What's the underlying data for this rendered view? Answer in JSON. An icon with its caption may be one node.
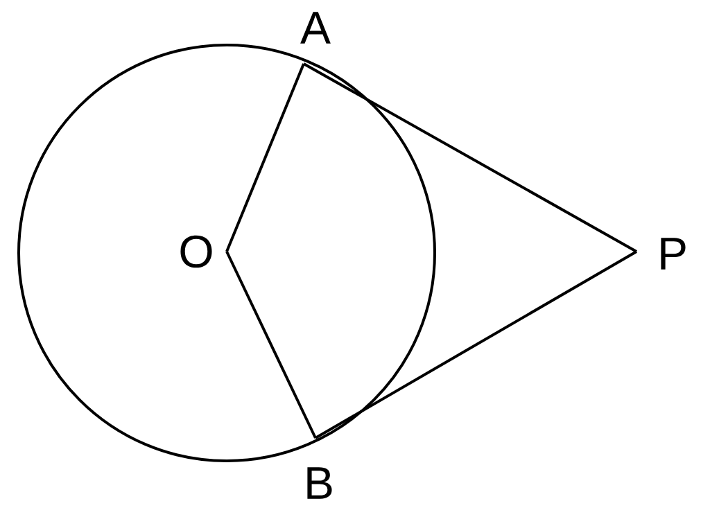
{
  "diagram": {
    "nodes": [
      {
        "text": [
          "A"
        ]
      },
      {
        "text": [
          "O"
        ]
      },
      {
        "text": [
          "P"
        ]
      },
      {
        "text": [
          "B"
        ]
      }
    ],
    "edges": [
      {
        "from": 1,
        "to": 0,
        "arrow": "none"
      },
      {
        "from": 1,
        "to": 3,
        "arrow": "none"
      },
      {
        "from": 0,
        "to": 2,
        "arrow": "none"
      },
      {
        "from": 3,
        "to": 2,
        "arrow": "none"
      }
    ]
  }
}
